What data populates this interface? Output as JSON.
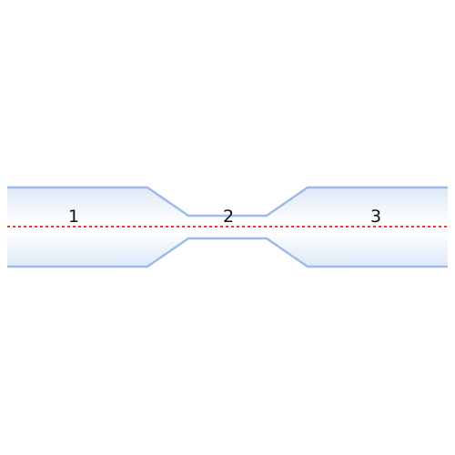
{
  "diagram": {
    "sections": [
      {
        "label": "1"
      },
      {
        "label": "2"
      },
      {
        "label": "3"
      }
    ],
    "colors": {
      "pipe_outline": "#9dbbe6",
      "pipe_fill_edge": "#dde8f7",
      "pipe_fill_center": "#ffffff",
      "centerline": "#e0241b",
      "label_text": "#111111"
    }
  }
}
